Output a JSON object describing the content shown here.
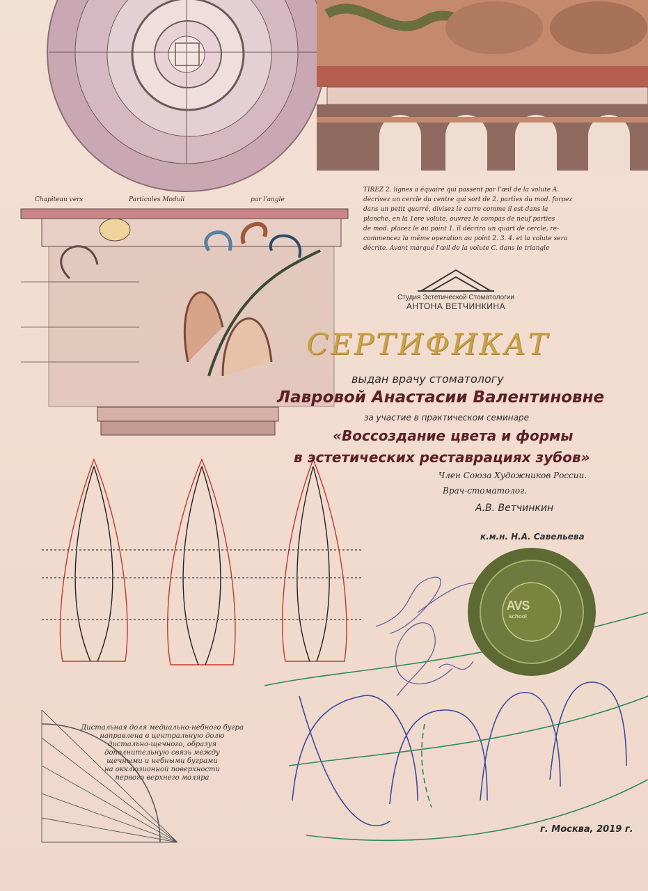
{
  "document": {
    "logo_line1": "Студия Эстетической Стоматологии",
    "logo_line2": "АНТОНА ВЕТЧИНКИНА",
    "title": "СЕРТИФИКАТ",
    "issued_to": "выдан   врачу стоматологу",
    "recipient": "Лавровой Анастасии Валентиновне",
    "participation": "за участие в практическом семинаре",
    "seminar_line1": "«Воссоздание цвета и формы",
    "seminar_line2": "в эстетических реставрациях зубов»",
    "member_line": "Член Союза Художников России.",
    "role_line": "Врач-стоматолог.",
    "signer1": "А.В. Ветчинкин",
    "signer2": "к.м.н. Н.А. Савельева",
    "city_date": "г. Москва, 2019 г."
  },
  "engraving_text": [
    "TIREZ 2. lignes a équaire qui passent par l'œil de la volute A.",
    "décrivez un cercle du centre qui sort de 2. parties du mod. forpez",
    "dans un petit quarré, divisez le carre comme il est dans la",
    "planche, en la 1ere volute, ouvrez le compas de neuf parties",
    "de mod. placez le au point 1. il décrira un quart de cercle, re-",
    "commencez la même operation au point 2. 3. 4. et la volute sera",
    "décrite.   Avant marqué l'œil de la volute C. dans le triangle"
  ],
  "caption_lines": [
    "Дистальная доля медиально-небного бугра",
    "направлена в центральную долю",
    "дистально-щечного, образуя",
    "дополнительную связь между",
    "щечными и небными буграми",
    "на окклюзионной поверхности",
    "первого верхнего моляра"
  ],
  "capital_header": [
    "Chapiteau vers",
    "Particules Moduli",
    "par l'angle"
  ],
  "seal": {
    "brand": "AVS",
    "sub": "school"
  },
  "colors": {
    "title_gold": "#c9a24a",
    "name_maroon": "#5b1f25",
    "seal_green": "#5e6a34",
    "paper": "#f2ddd0"
  }
}
